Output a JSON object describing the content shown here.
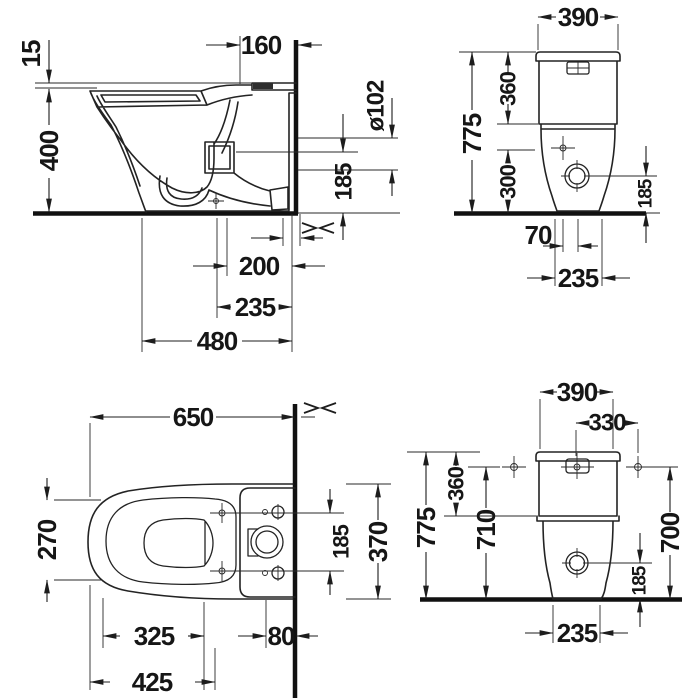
{
  "views": {
    "side_section": {
      "dims": {
        "d15": "15",
        "d400": "400",
        "d160": "160",
        "d102": "ø102",
        "d185": "185",
        "d200": "200",
        "d235": "235",
        "d480": "480"
      }
    },
    "front": {
      "dims": {
        "d390": "390",
        "d775": "775",
        "d360": "360",
        "d300": "300",
        "d185": "185",
        "d70": "70",
        "d235": "235"
      }
    },
    "plan": {
      "dims": {
        "d650": "650",
        "d270": "270",
        "d185": "185",
        "d370": "370",
        "d325": "325",
        "d80": "80",
        "d425": "425"
      }
    },
    "front_fixing": {
      "dims": {
        "d390": "390",
        "d330": "330",
        "d775": "775",
        "d710": "710",
        "d360": "360",
        "d700": "700",
        "d185": "185",
        "d235": "235"
      }
    },
    "colors": {
      "line": "#1d1d1d",
      "background": "#ffffff"
    }
  }
}
